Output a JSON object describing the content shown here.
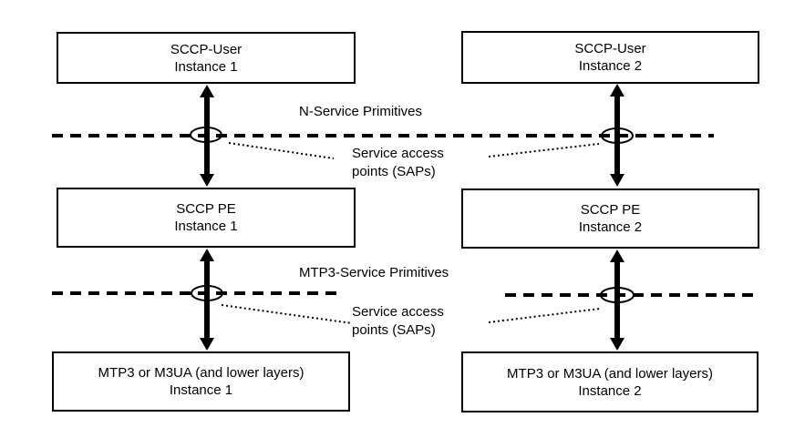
{
  "diagram": {
    "title_hint": "SCCP protocol stack with service access points",
    "columns": [
      {
        "name": "Instance 1",
        "boxes": [
          {
            "title": "SCCP-User",
            "instance": "Instance 1"
          },
          {
            "title": "SCCP PE",
            "instance": "Instance 1"
          },
          {
            "title": "MTP3 or M3UA (and lower layers)",
            "instance": "Instance 1"
          }
        ]
      },
      {
        "name": "Instance 2",
        "boxes": [
          {
            "title": "SCCP-User",
            "instance": "Instance 2"
          },
          {
            "title": "SCCP PE",
            "instance": "Instance 2"
          },
          {
            "title": "MTP3 or M3UA (and lower layers)",
            "instance": "Instance 2"
          }
        ]
      }
    ],
    "labels": {
      "n_service": "N-Service Primitives",
      "sap_top": "Service access\npoints (SAPs)",
      "mtp3_service": "MTP3-Service Primitives",
      "sap_bottom": "Service access\npoints (SAPs)"
    },
    "colors": {
      "line": "#000000",
      "background": "#ffffff",
      "box_fill": "#ffffff",
      "text": "#000000"
    }
  }
}
